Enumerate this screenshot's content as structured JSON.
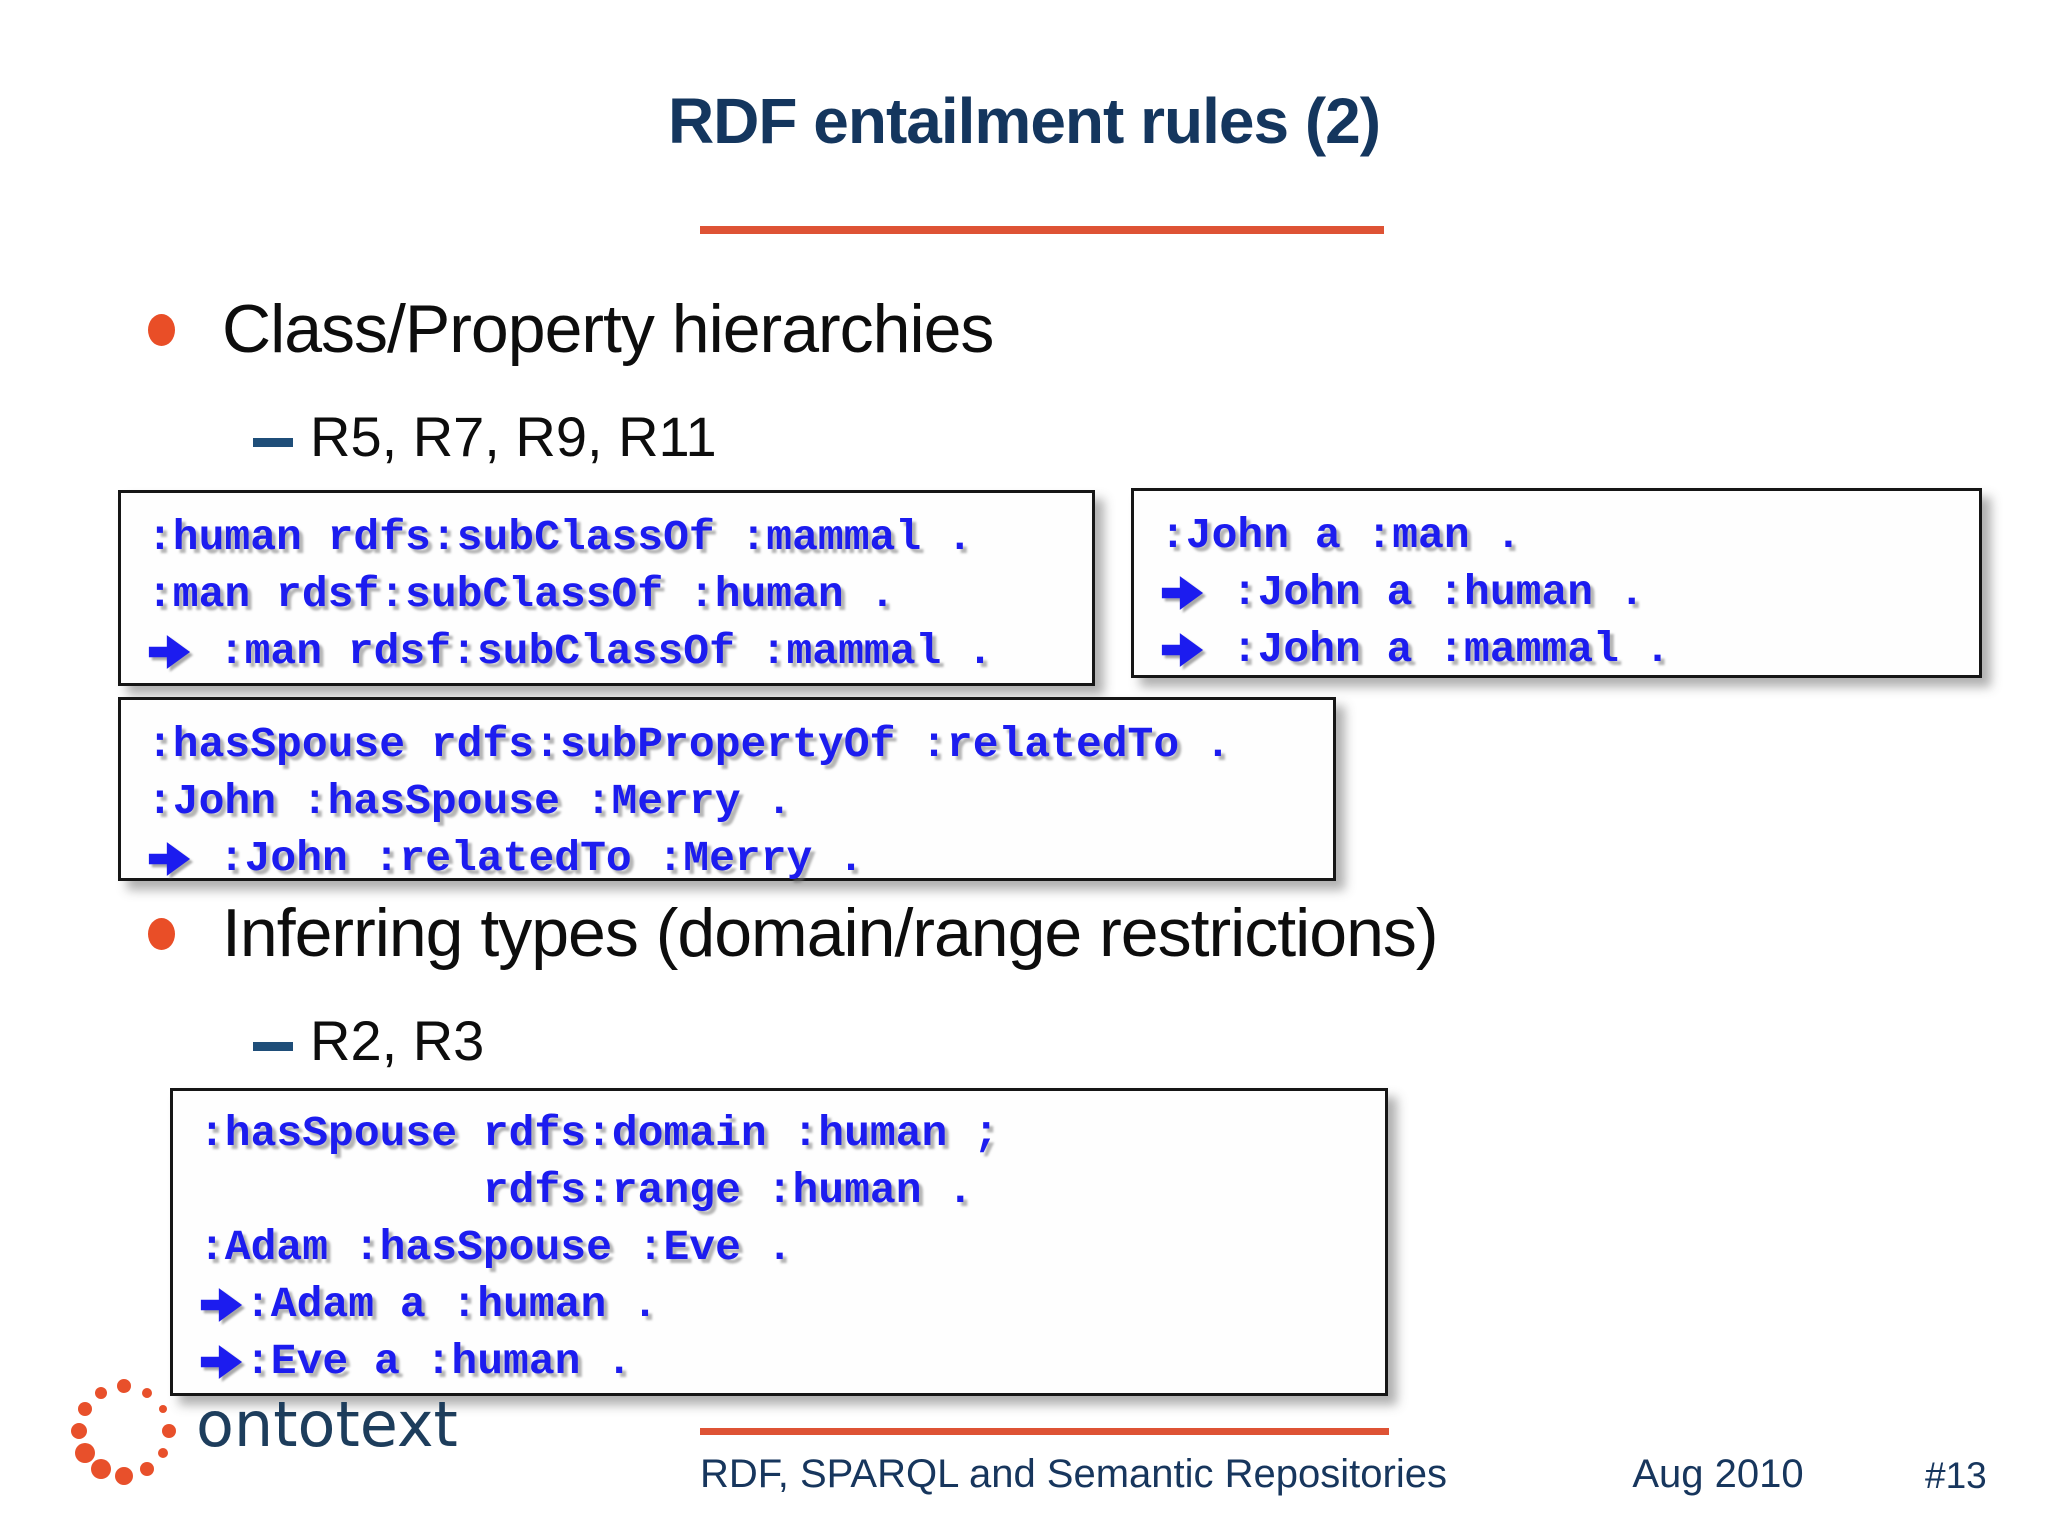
{
  "slide": {
    "title": "RDF entailment rules (2)",
    "bullets": [
      {
        "label": "Class/Property hierarchies",
        "sub": "R5, R7, R9, R11"
      },
      {
        "label": "Inferring types (domain/range restrictions)",
        "sub": "R2, R3"
      }
    ]
  },
  "code_boxes": [
    {
      "name": "subclass-hierarchy-example",
      "lines": [
        {
          "arrow": false,
          "text": ":human rdfs:subClassOf :mammal ."
        },
        {
          "arrow": false,
          "text": ":man rdsf:subClassOf :human ."
        },
        {
          "arrow": true,
          "text": " :man rdsf:subClassOf :mammal ."
        }
      ]
    },
    {
      "name": "type-inheritance-example",
      "lines": [
        {
          "arrow": false,
          "text": ":John a :man ."
        },
        {
          "arrow": true,
          "text": " :John a :human ."
        },
        {
          "arrow": true,
          "text": " :John a :mammal ."
        }
      ]
    },
    {
      "name": "subproperty-example",
      "lines": [
        {
          "arrow": false,
          "text": ":hasSpouse rdfs:subPropertyOf :relatedTo ."
        },
        {
          "arrow": false,
          "text": ":John :hasSpouse :Merry ."
        },
        {
          "arrow": true,
          "text": " :John :relatedTo :Merry ."
        }
      ]
    },
    {
      "name": "domain-range-example",
      "lines": [
        {
          "arrow": false,
          "text": ":hasSpouse rdfs:domain :human ;"
        },
        {
          "arrow": false,
          "text": "           rdfs:range :human ."
        },
        {
          "arrow": false,
          "text": ":Adam :hasSpouse :Eve ."
        },
        {
          "arrow": true,
          "text": ":Adam a :human ."
        },
        {
          "arrow": true,
          "text": ":Eve a :human ."
        }
      ]
    }
  ],
  "footer": {
    "logo_text": "ontotext",
    "course": "RDF, SPARQL and Semantic Repositories",
    "date": "Aug 2010",
    "page": "#13"
  },
  "colors": {
    "accent_orange": "#DE5335",
    "bullet_orange": "#E94E27",
    "title_navy": "#14365E",
    "footer_navy": "#17365D",
    "dash_navy": "#1F4E79",
    "code_blue": "#1C1CEF"
  }
}
